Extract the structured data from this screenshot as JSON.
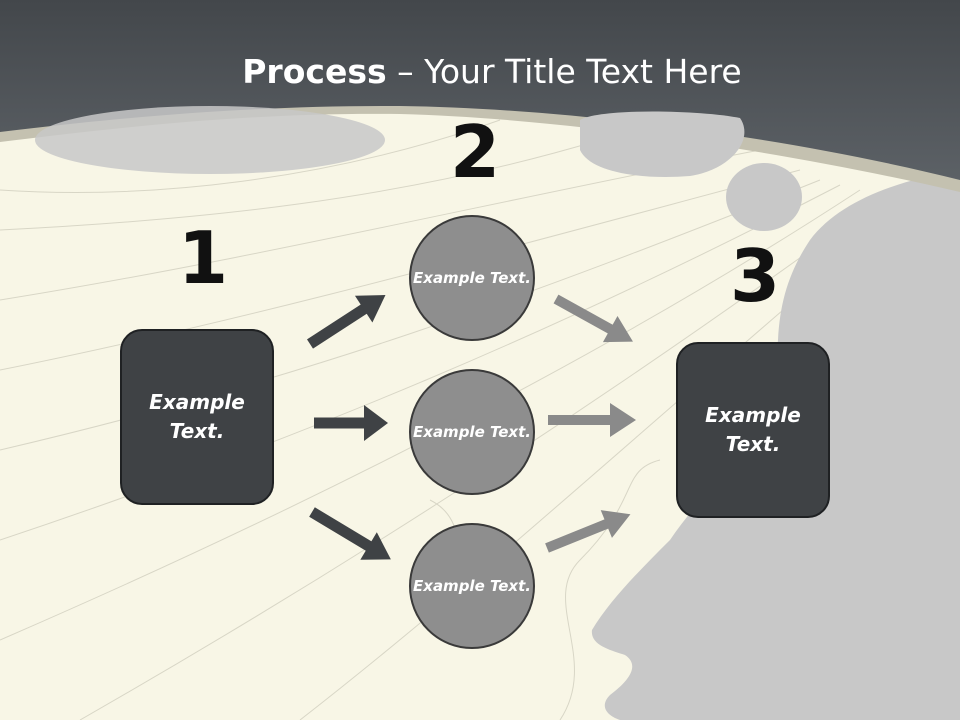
{
  "title": {
    "bold": "Process",
    "rest": " – Your Title Text Here"
  },
  "steps": {
    "one": "1",
    "two": "2",
    "three": "3"
  },
  "boxes": {
    "left": "Example Text.",
    "right": "Example Text."
  },
  "circles": {
    "top": "Example Text.",
    "middle": "Example Text.",
    "bottom": "Example Text."
  },
  "colors": {
    "header": "#4b5055",
    "background": "#f8f6e6",
    "silhouette": "#c8c8c8",
    "box": "#3f4245",
    "circle": "#8e8e8e",
    "dark_arrow": "#3f4245",
    "light_arrow": "#8a8a8a"
  }
}
